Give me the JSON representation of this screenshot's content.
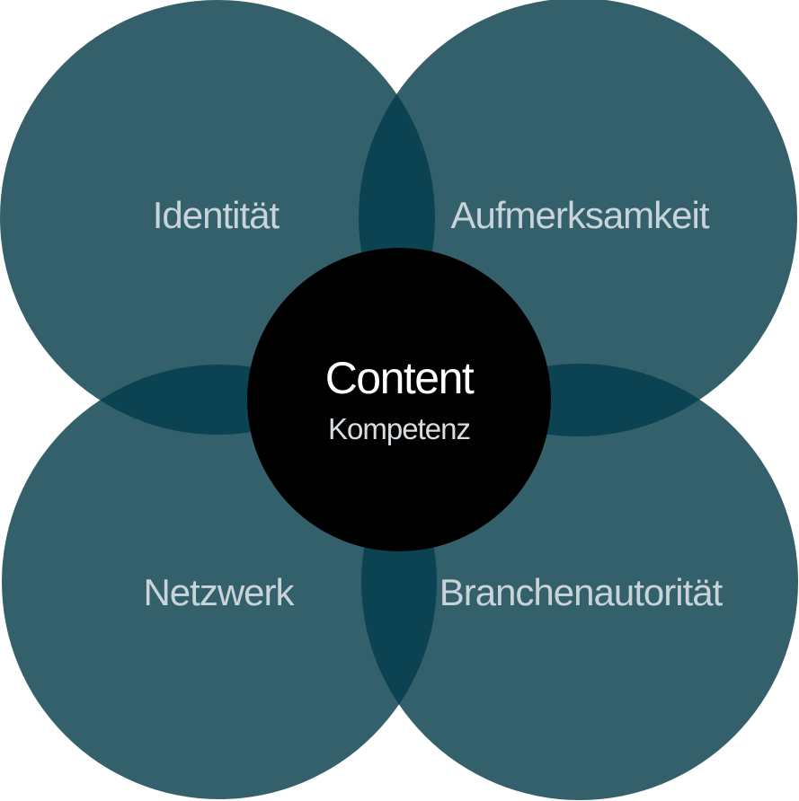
{
  "center": {
    "title": "Content",
    "subtitle": "Kompetenz"
  },
  "circles": [
    {
      "label": "Identität"
    },
    {
      "label": "Aufmerksamkeit"
    },
    {
      "label": "Netzwerk"
    },
    {
      "label": "Branchenautorität"
    }
  ],
  "colors": {
    "circle_fill": "#34606b",
    "overlap_fill": "#0c4352",
    "center_fill": "#000000",
    "outer_label": "#c9d3da",
    "center_title": "#ffffff",
    "center_subtitle": "#d8dde1",
    "background": "#ffffff"
  }
}
